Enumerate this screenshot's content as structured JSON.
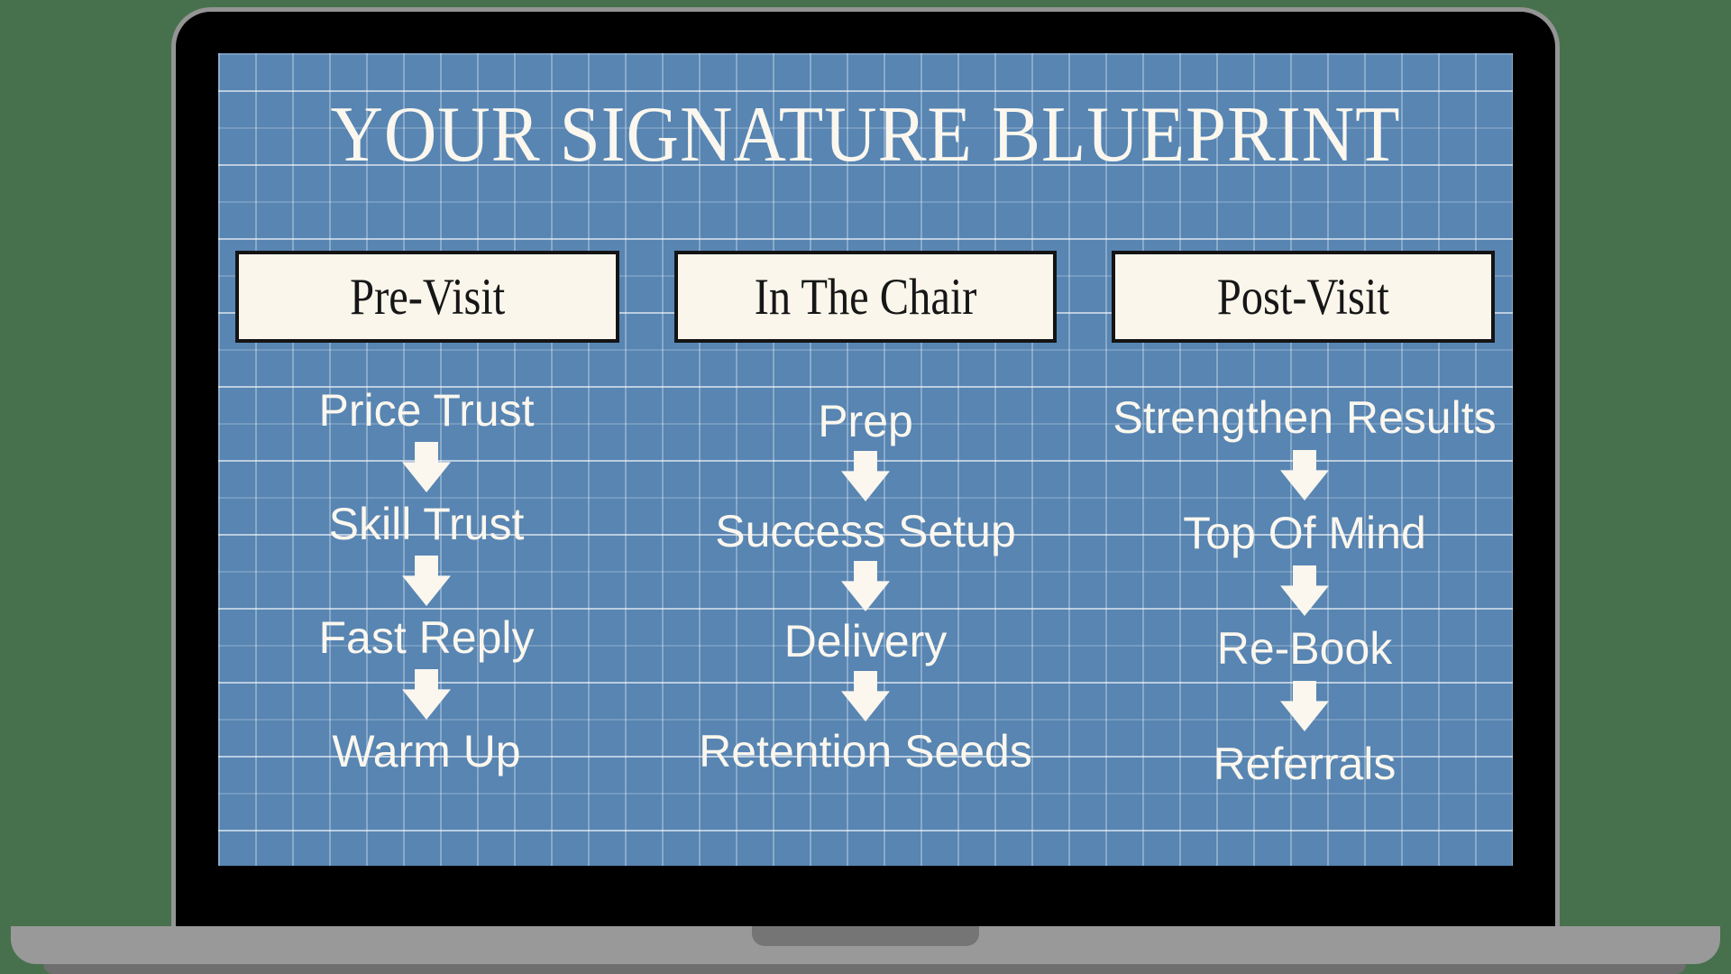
{
  "title": "YOUR SIGNATURE BLUEPRINT",
  "columns": [
    {
      "header": "Pre-Visit",
      "items": [
        "Price Trust",
        "Skill Trust",
        "Fast Reply",
        "Warm Up"
      ]
    },
    {
      "header": "In The Chair",
      "items": [
        "Prep",
        "Success Setup",
        "Delivery",
        "Retention Seeds"
      ]
    },
    {
      "header": "Post-Visit",
      "items": [
        "Strengthen Results",
        "Top Of Mind",
        "Re-Book",
        "Referrals"
      ]
    }
  ],
  "icons": {
    "flow_arrow": "down-block-arrow"
  },
  "palette": {
    "background_green": "#47714d",
    "screen_blue": "#5885b2",
    "grid_line": "#ffffff",
    "box_fill": "#faf6ec",
    "box_border": "#141414",
    "text_cream": "#fbf7ee",
    "bezel_black": "#000000",
    "laptop_gray": "#999999",
    "notch_gray": "#757575"
  }
}
